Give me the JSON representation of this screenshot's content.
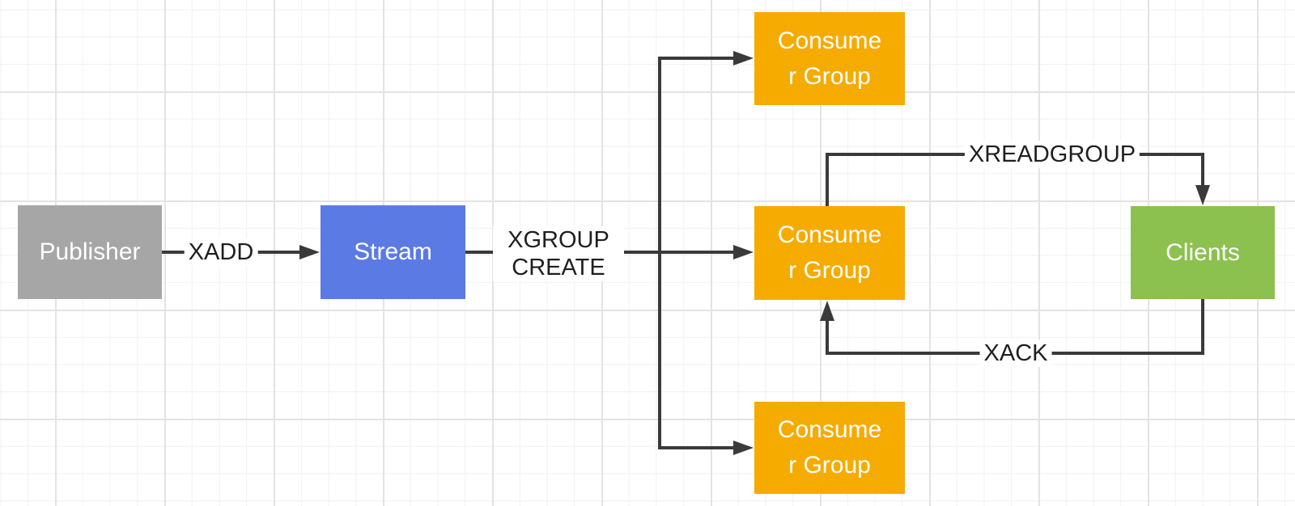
{
  "canvas": {
    "background": "#ffffff",
    "grid_minor_color": "#f0f0f0",
    "grid_major_color": "#e3e3e3"
  },
  "diagram": {
    "edge_color": "#3a3a3a",
    "edge_label_text_color": "#1f1f1f",
    "edge_label_background": "#ffffff",
    "nodes": {
      "publisher": {
        "label": "Publisher",
        "color": "#a6a6a6",
        "text_color": "#ffffff"
      },
      "stream": {
        "label": "Stream",
        "color": "#5b7ae3",
        "text_color": "#ffffff"
      },
      "consumer_group_top": {
        "label_line1": "Consume",
        "label_line2": "r Group",
        "color": "#f6ab00",
        "text_color": "#ffffff"
      },
      "consumer_group_middle": {
        "label_line1": "Consume",
        "label_line2": "r Group",
        "color": "#f6ab00",
        "text_color": "#ffffff"
      },
      "consumer_group_bottom": {
        "label_line1": "Consume",
        "label_line2": "r Group",
        "color": "#f6ab00",
        "text_color": "#ffffff"
      },
      "clients": {
        "label": "Clients",
        "color": "#8cc04f",
        "text_color": "#ffffff"
      }
    },
    "edge_labels": {
      "xadd": "XADD",
      "xgroup_create": "XGROUP CREATE",
      "xreadgroup": "XREADGROUP",
      "xack": "XACK"
    }
  }
}
